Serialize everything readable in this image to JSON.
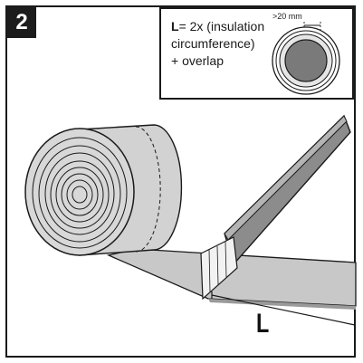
{
  "step": {
    "number": "2"
  },
  "inset": {
    "formula_var": "L",
    "formula_rest": "= 2x (insulation",
    "formula_line2": "circumference)",
    "formula_line3": "+ overlap",
    "dimension": ">20 mm"
  },
  "drawing": {
    "length_label": "L"
  },
  "colors": {
    "line": "#1a1a1a",
    "sheet": "#c8c8c8",
    "roll": "#d2d2d2",
    "pipe": "#7a7a7a",
    "blade": "#8c8c8c",
    "blade_dark": "#5a5a5a"
  }
}
